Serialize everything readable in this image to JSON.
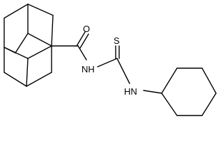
{
  "molecule": {
    "atoms": {
      "oxygen": "O",
      "sulfur": "S",
      "amide_nh": "NH",
      "amine_nh": "HN"
    },
    "colors": {
      "bond": "#000000",
      "label": "#000000",
      "background": "#ffffff"
    }
  }
}
